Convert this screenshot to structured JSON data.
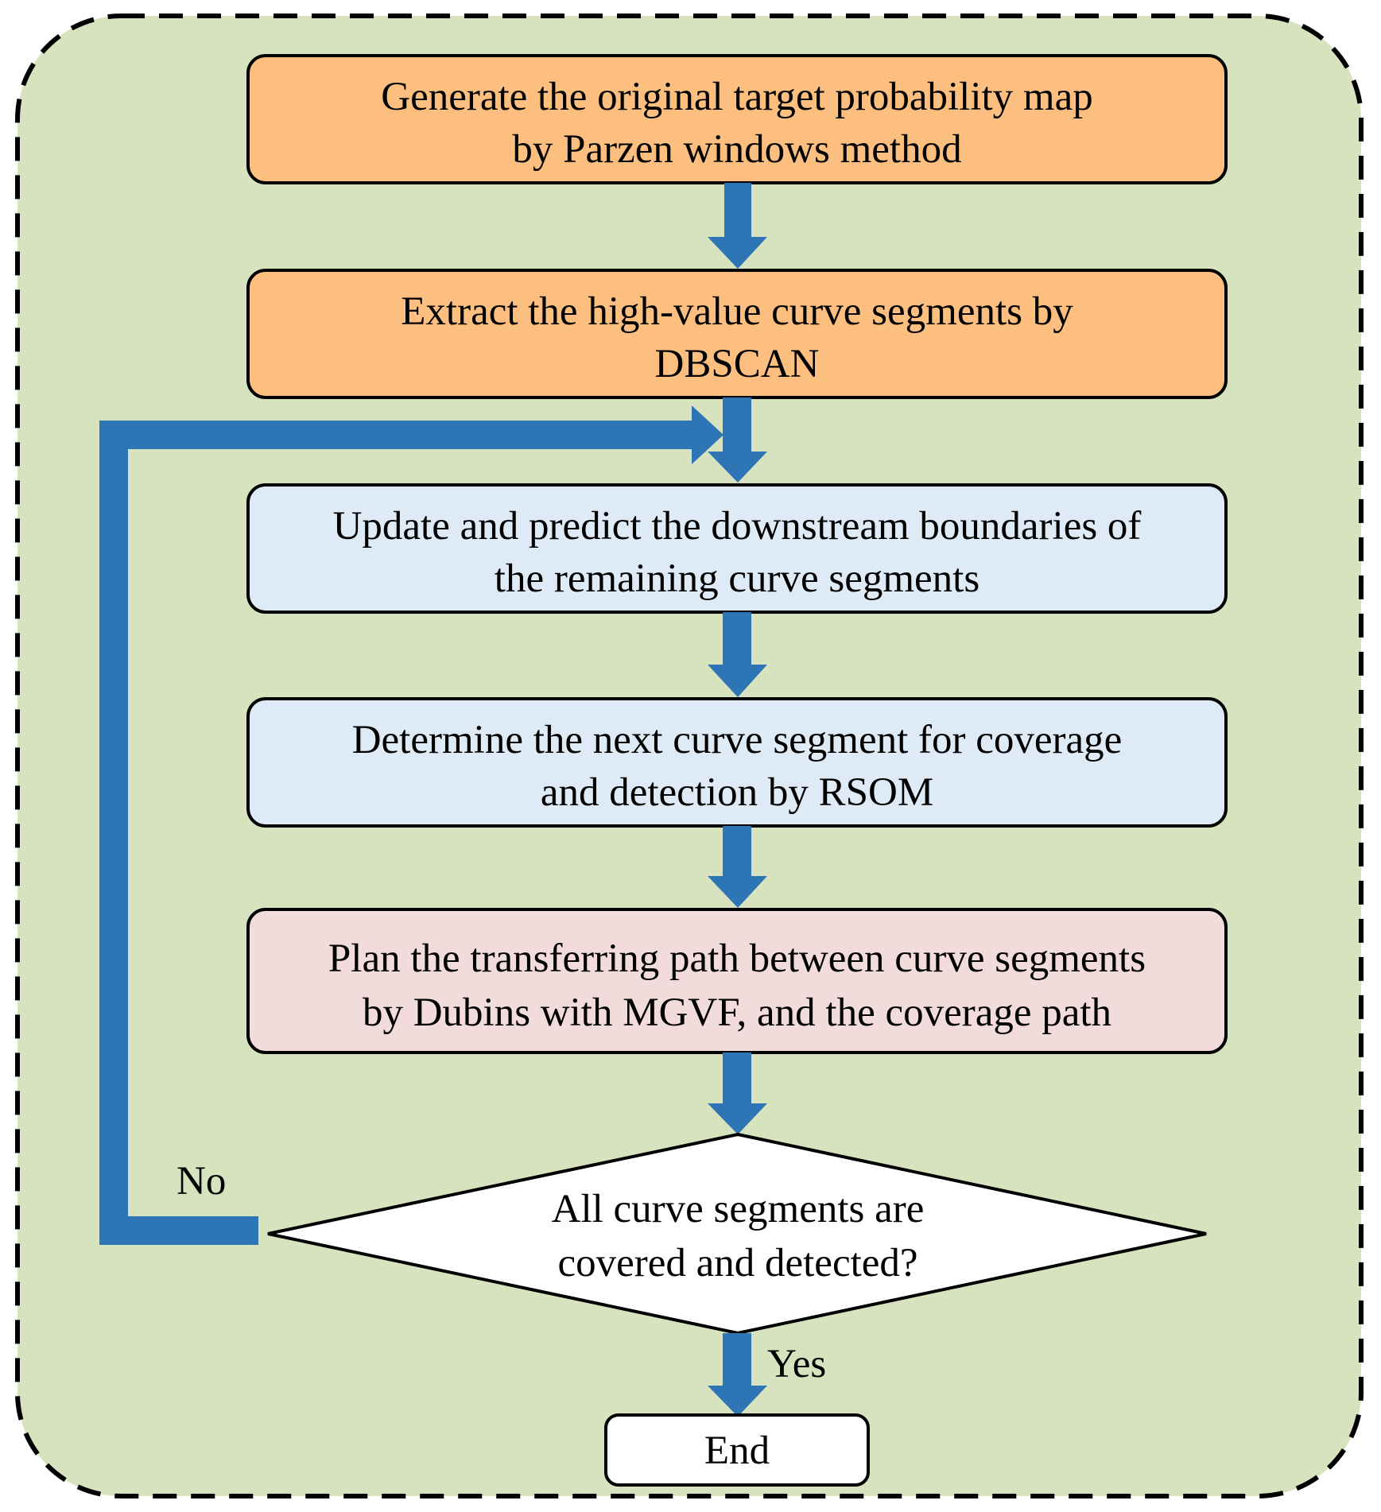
{
  "diagram": {
    "colors": {
      "background_region": "#d7e3bf",
      "dashed_border": "#000000",
      "arrow": "#2e75b6",
      "box_orange": "#fdbf7f",
      "box_blue": "#deebf7",
      "box_pink": "#f2dcdb",
      "box_white": "#ffffff",
      "box_stroke": "#000000"
    },
    "steps": [
      {
        "line1": "Generate the original target probability map",
        "line2": "by Parzen windows method"
      },
      {
        "line1": "Extract the high-value curve segments by",
        "line2": "DBSCAN"
      },
      {
        "line1": "Update and predict the downstream boundaries of",
        "line2": "the remaining curve segments"
      },
      {
        "line1": "Determine the next curve segment for coverage",
        "line2": "and detection by RSOM"
      },
      {
        "line1": "Plan the transferring path between curve segments",
        "line2": "by Dubins with MGVF, and the coverage path"
      }
    ],
    "decision": {
      "line1": "All curve segments are",
      "line2": "covered and detected?"
    },
    "end_label": "End",
    "no_label": "No",
    "yes_label": "Yes"
  }
}
